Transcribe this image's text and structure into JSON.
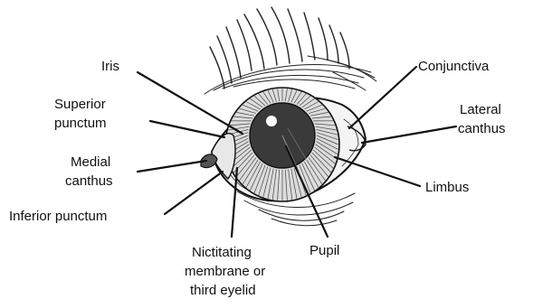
{
  "labels": {
    "iris": "Iris",
    "superior_punctum_1": "Superior",
    "superior_punctum_2": "punctum",
    "medial_canthus_1": "Medial",
    "medial_canthus_2": "canthus",
    "inferior_punctum": "Inferior punctum",
    "nictitating_1": "Nictitating",
    "nictitating_2": "membrane or",
    "nictitating_3": "third eyelid",
    "pupil": "Pupil",
    "limbus": "Limbus",
    "lateral_canthus_1": "Lateral",
    "lateral_canthus_2": "canthus",
    "conjunctiva": "Conjunctiva"
  }
}
